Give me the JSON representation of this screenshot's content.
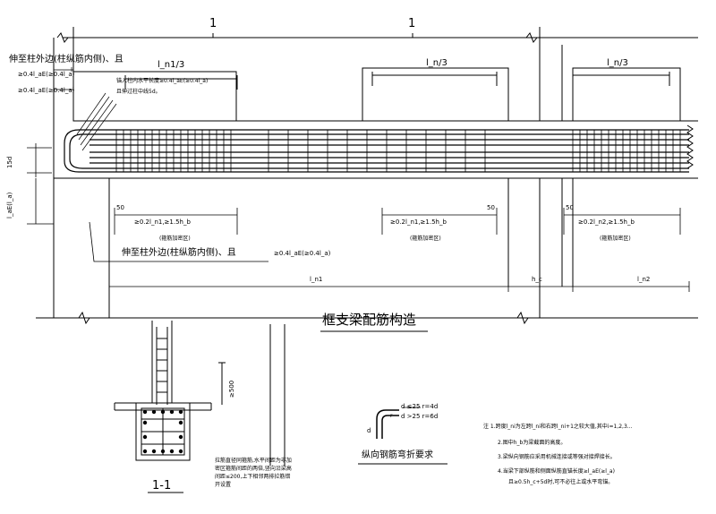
{
  "section_mark": "1",
  "zones": {
    "left": "l_n1/3",
    "mid": "l_n/3",
    "right": "l_n/3"
  },
  "top_left_notes": {
    "line1": "伸至柱外边(柱纵筋内侧)、且",
    "line2": "≥0.4l_aE(≥0.4l_a)",
    "line3": "≥0.4l_aE(≥0.4l_a)",
    "bend1": "锚入柱内水平长度≥0.4l_aE(≥0.4l_a)",
    "bend2": "且伸过柱中线5d。"
  },
  "left_dims": {
    "d15": "15d",
    "lae": "l_aE(l_a)"
  },
  "stirrup": {
    "label_50": "50",
    "dim1": "≥0.2l_n1,≥1.5h_b",
    "dim2": "≥0.2l_n1,≥1.5h_b",
    "dim3": "≥0.2l_n2,≥1.5h_b",
    "zone1": "(箍筋加密区)",
    "zone2": "(箍筋加密区)",
    "zone3": "(箍筋加密区)"
  },
  "bottom_note": {
    "text": "伸至柱外边(柱纵筋内侧)、且",
    "value": "≥0.4l_aE(≥0.4l_a)"
  },
  "spans": {
    "ln1": "l_n1",
    "hc": "h_c",
    "ln2": "l_n2"
  },
  "main_title": "框支梁配筋构造",
  "section": {
    "title": "1-1",
    "dim": "≥500",
    "note1": "拉筋直径同箍筋,水平间距为非加",
    "note2": "密区箍筋间距的两倍,竖向沿梁高",
    "note3": "间距≤200,上下相邻两排拉筋错",
    "note4": "开设置"
  },
  "bend": {
    "rule1": "d ≤25   r=4d",
    "rule2": "d >25   r=6d",
    "d": "d",
    "r": "r",
    "title": "纵向钢筋弯折要求"
  },
  "notes": {
    "n1": "注 1.跨度l_ni为左跨l_ni和右跨l_ni+1之较大值,其中i=1,2,3...",
    "n2": "2.图中h_b为梁截面的高度。",
    "n3": "3.梁纵向钢筋应采用机械连接或等强对接焊接长。",
    "n4": "4.当梁下部纵筋和侧面纵筋直锚长度≥l_aE(≥l_a)",
    "n5": "且≥0.5h_c+5d时,可不必往上或水平弯锚。"
  }
}
